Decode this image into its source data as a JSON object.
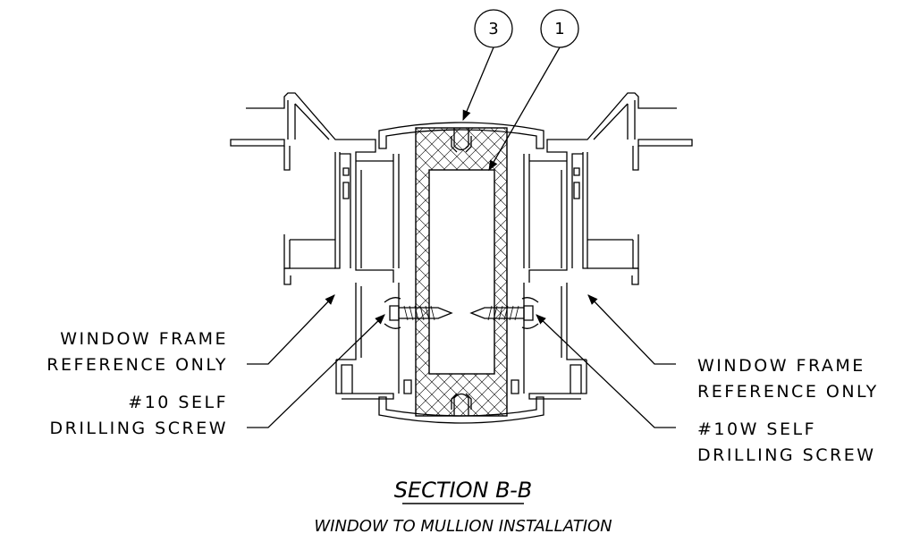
{
  "bubbles": [
    {
      "number": "3"
    },
    {
      "number": "1"
    }
  ],
  "callouts": {
    "window_frame_left": {
      "line1": "WINDOW FRAME",
      "line2": "REFERENCE ONLY"
    },
    "screw_left": {
      "line1": "#10 SELF",
      "line2": "DRILLING SCREW"
    },
    "window_frame_right": {
      "line1": "WINDOW FRAME",
      "line2": "REFERENCE ONLY"
    },
    "screw_right": {
      "line1": "#10W SELF",
      "line2": "DRILLING SCREW"
    }
  },
  "title": {
    "main": "SECTION B-B",
    "subtitle": "WINDOW TO MULLION INSTALLATION"
  }
}
